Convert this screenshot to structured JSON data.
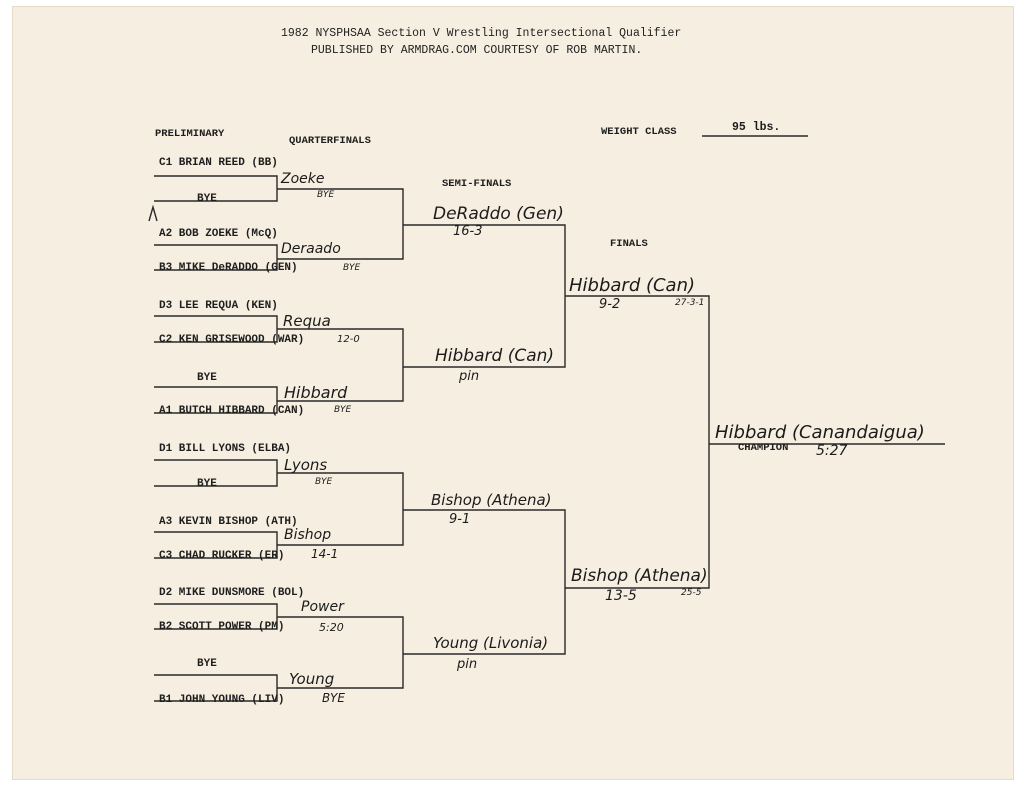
{
  "header": {
    "title_line": "1982 NYSPHSAA Section V Wrestling Intersectional Qualifier",
    "credit_line": "PUBLISHED BY ARMDRAG.COM COURTESY OF ROB MARTIN."
  },
  "labels": {
    "preliminary": "PRELIMINARY",
    "quarterfinals": "QUARTERFINALS",
    "semifinals": "SEMI-FINALS",
    "finals": "FINALS",
    "weight_class": "WEIGHT CLASS",
    "weight_value": "95 lbs.",
    "champion": "CHAMPION"
  },
  "entries": [
    "C1 BRIAN REED (BB)",
    "BYE",
    "A2 BOB ZOEKE (McQ)",
    "B3 MIKE DeRADDO (GEN)",
    "D3 LEE REQUA (KEN)",
    "C2 KEN GRISEWOOD (WAR)",
    "BYE",
    "A1 BUTCH HIBBARD (CAN)",
    "D1 BILL LYONS (ELBA)",
    "BYE",
    "A3 KEVIN BISHOP (ATH)",
    "C3 CHAD RUCKER (ER)",
    "D2 MIKE DUNSMORE (BOL)",
    "B2 SCOTT POWER (PM)",
    "BYE",
    "B1 JOHN YOUNG (LIV)"
  ],
  "quarterfinals": [
    {
      "name": "Zoeke",
      "note": "BYE"
    },
    {
      "name": "Deraado",
      "note": "BYE"
    },
    {
      "name": "Requa",
      "note": "12-0"
    },
    {
      "name": "Hibbard",
      "note": "BYE"
    },
    {
      "name": "Lyons",
      "note": "BYE"
    },
    {
      "name": "Bishop",
      "note": "14-1"
    },
    {
      "name": "Power",
      "note": "5:20"
    },
    {
      "name": "Young",
      "note": "BYE"
    }
  ],
  "semifinals": [
    {
      "name": "DeRaddo (Gen)",
      "note": "16-3"
    },
    {
      "name": "Hibbard (Can)",
      "note": "pin"
    },
    {
      "name": "Bishop (Athena)",
      "note": "9-1"
    },
    {
      "name": "Young (Livonia)",
      "note": "pin"
    }
  ],
  "finals": [
    {
      "name": "Hibbard (Can)",
      "note": "9-2",
      "record": "27-3-1"
    },
    {
      "name": "Bishop (Athena)",
      "note": "13-5",
      "record": "25-5"
    }
  ],
  "champion": {
    "name": "Hibbard (Canandaigua)",
    "time": "5:27"
  }
}
